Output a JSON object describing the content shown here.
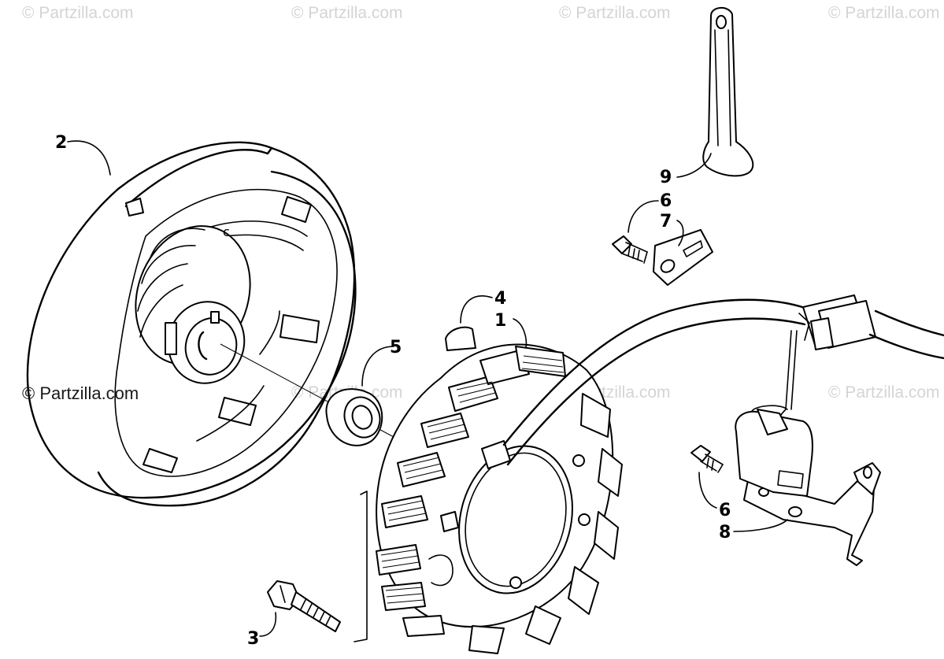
{
  "watermarks": {
    "top": [
      "© Partzilla.com",
      "© Partzilla.com",
      "© Partzilla.com",
      "© Partzilla.com"
    ],
    "middle": [
      "© Partzilla.com",
      "© Partzilla.com",
      "© Partzilla.com"
    ],
    "left_dark": "© Partzilla.com"
  },
  "callouts": {
    "stator": "1",
    "flywheel": "2",
    "flywheel_bolt": "3",
    "key": "4",
    "washer": "5",
    "screw_upper": "6",
    "bracket_upper": "7",
    "screw_lower": "6",
    "bracket_lower": "8",
    "strap": "9"
  }
}
